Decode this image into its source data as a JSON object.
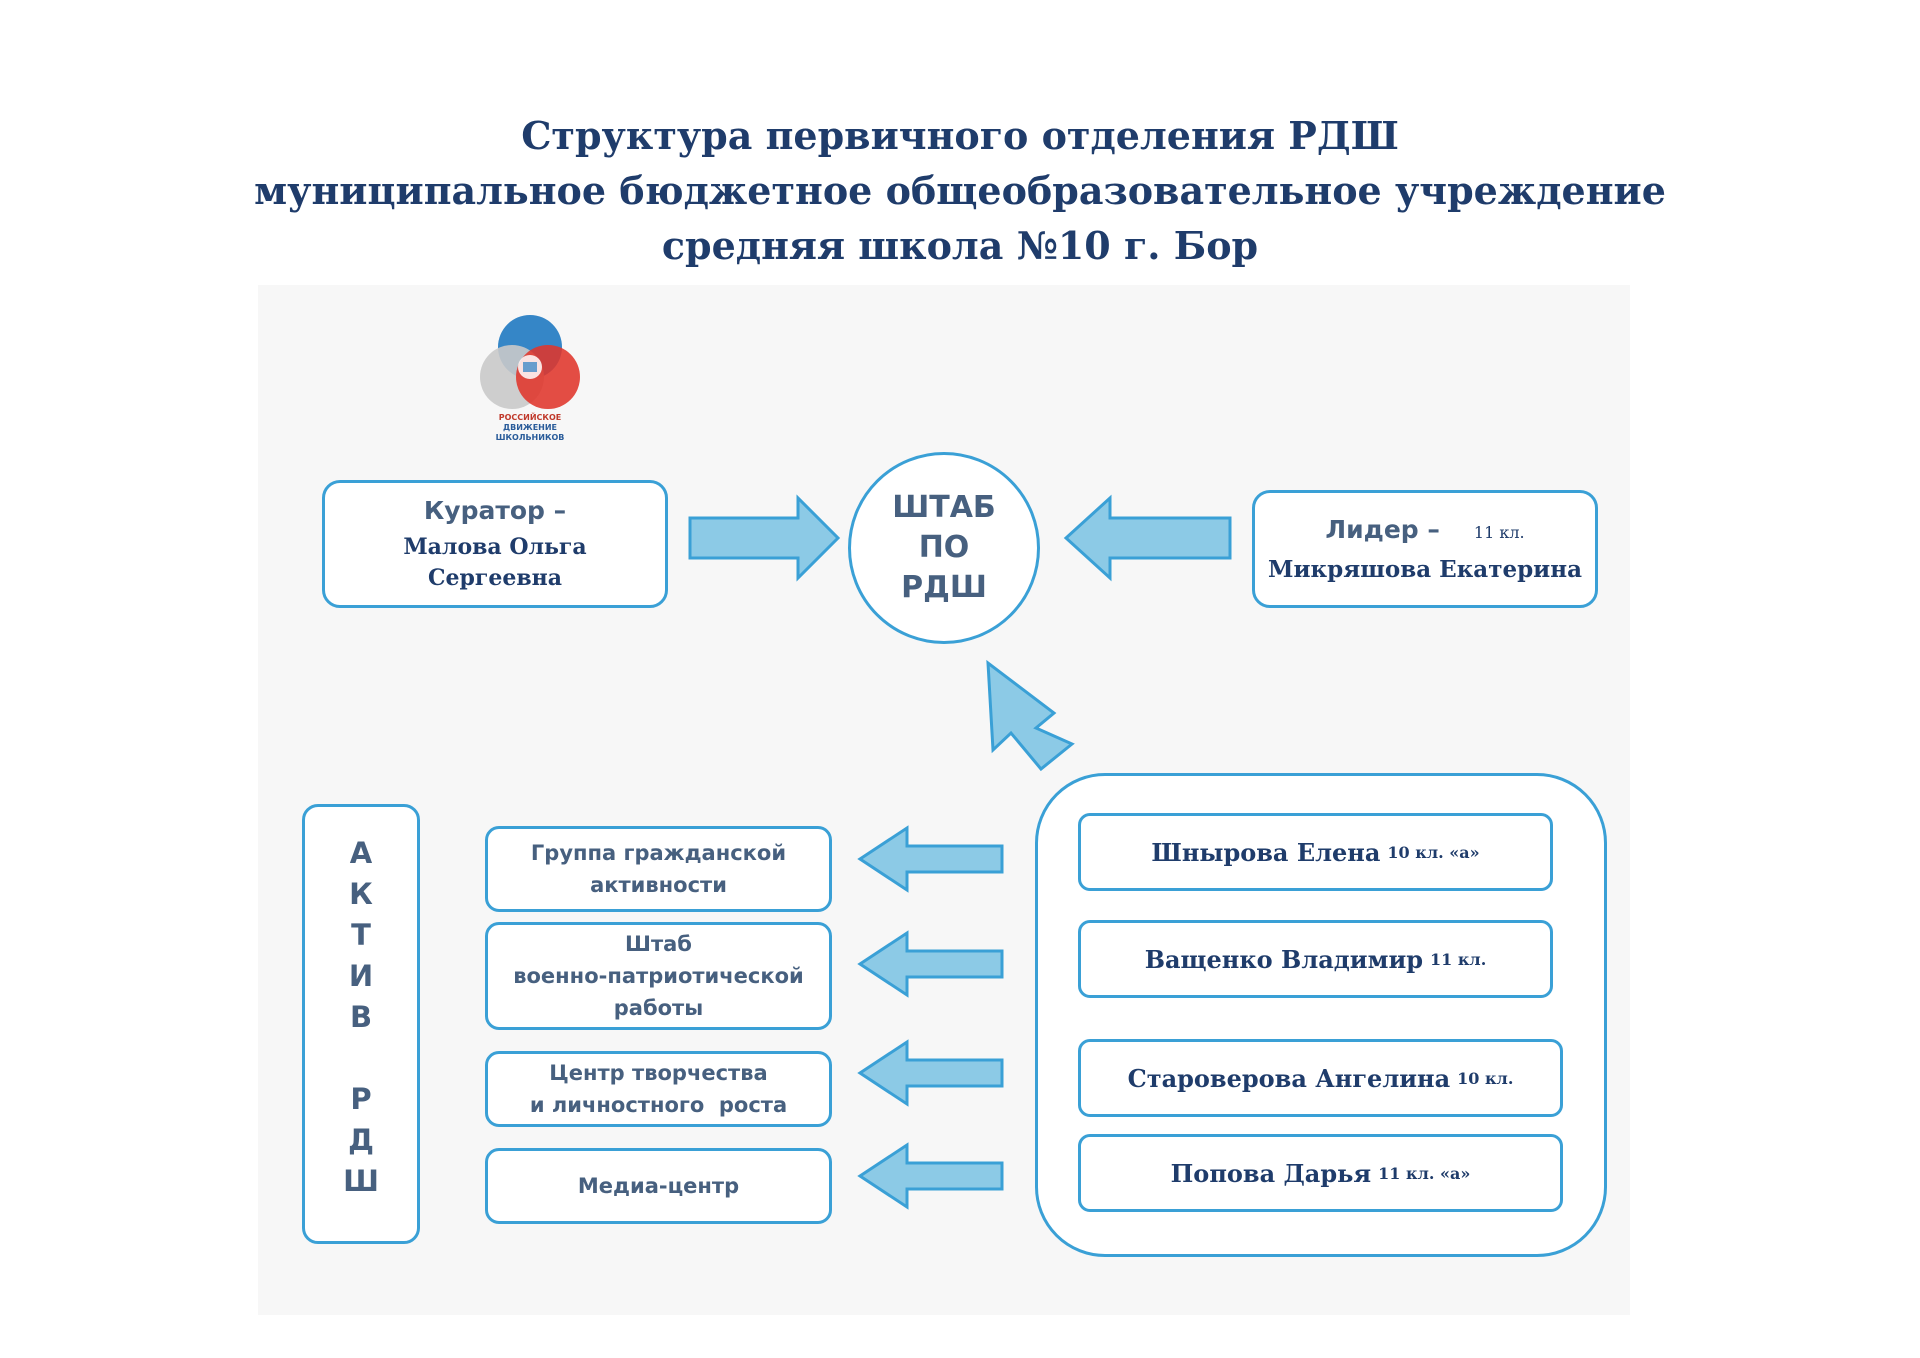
{
  "title": {
    "line1": "Структура первичного отделения РДШ",
    "line2": "муниципальное бюджетное общеобразовательное учреждение",
    "line3": "средняя школа №10 г. Бор"
  },
  "logo": {
    "icon": "rdsh-logo-icon",
    "caption_line1": "РОССИЙСКОЕ",
    "caption_line2": "ДВИЖЕНИЕ ШКОЛЬНИКОВ"
  },
  "curator": {
    "role": "Куратор –",
    "name_line1": "Малова Ольга",
    "name_line2": "Сергеевна"
  },
  "hq": {
    "line1": "ШТАБ",
    "line2": "ПО",
    "line3": "РДШ"
  },
  "leader": {
    "role": "Лидер –",
    "grade": "11 кл.",
    "name": "Микряшова Екатерина"
  },
  "aktiv": {
    "letters": [
      "А",
      "К",
      "Т",
      "И",
      "В",
      "",
      "Р",
      "Д",
      "Ш"
    ]
  },
  "groups": [
    {
      "lines": [
        "Группа гражданской",
        "активности"
      ]
    },
    {
      "lines": [
        "Штаб",
        "военно-патриотической",
        "работы"
      ]
    },
    {
      "lines": [
        "Центр творчества",
        "и личностного  роста"
      ]
    },
    {
      "lines": [
        "Медиа-центр"
      ]
    }
  ],
  "members": [
    {
      "name": "Шнырова Елена",
      "grade": "10 кл. «а»"
    },
    {
      "name": "Ващенко Владимир",
      "grade": "11 кл."
    },
    {
      "name": "Староверова Ангелина",
      "grade": "10 кл."
    },
    {
      "name": "Попова Дарья",
      "grade": "11 кл. «а»"
    }
  ],
  "colors": {
    "border": "#3aa0d6",
    "arrow_fill": "#8ccae6",
    "arrow_stroke": "#3aa0d6",
    "title": "#1f3c6b",
    "label": "#47607f"
  }
}
